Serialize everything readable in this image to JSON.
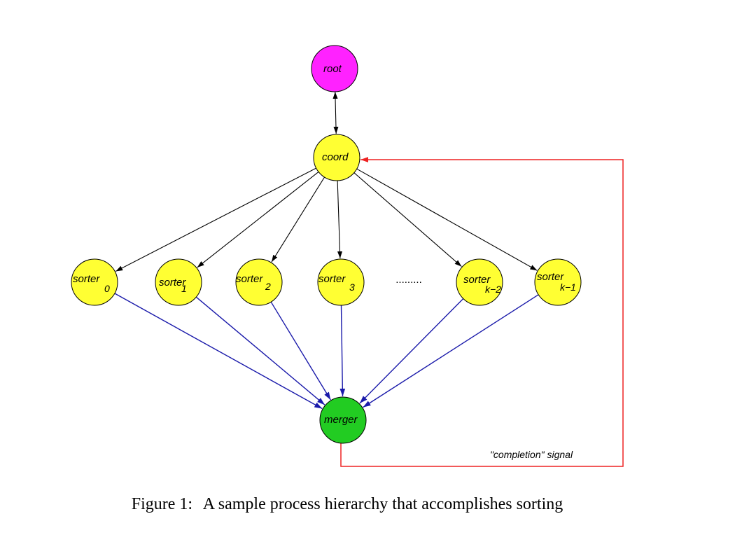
{
  "diagram": {
    "nodes": [
      {
        "id": "root",
        "label": "root",
        "sub": "",
        "color": "#ff22ff"
      },
      {
        "id": "coord",
        "label": "coord",
        "sub": "",
        "color": "#ffff33"
      },
      {
        "id": "s0",
        "label": "sorter",
        "sub": "0",
        "color": "#ffff33"
      },
      {
        "id": "s1",
        "label": "sorter",
        "sub": "1",
        "color": "#ffff33"
      },
      {
        "id": "s2",
        "label": "sorter",
        "sub": "2",
        "color": "#ffff33"
      },
      {
        "id": "s3",
        "label": "sorter",
        "sub": "3",
        "color": "#ffff33"
      },
      {
        "id": "sk2",
        "label": "sorter",
        "sub": "k−2",
        "color": "#ffff33"
      },
      {
        "id": "sk1",
        "label": "sorter",
        "sub": "k−1",
        "color": "#ffff33"
      },
      {
        "id": "merger",
        "label": "merger",
        "sub": "",
        "color": "#22cc22"
      }
    ],
    "ellipsis": ".........",
    "edges": [
      {
        "from": "root",
        "to": "coord",
        "kind": "bidirectional",
        "color": "#000000"
      },
      {
        "from": "coord",
        "to": "s0",
        "color": "#000000"
      },
      {
        "from": "coord",
        "to": "s1",
        "color": "#000000"
      },
      {
        "from": "coord",
        "to": "s2",
        "color": "#000000"
      },
      {
        "from": "coord",
        "to": "s3",
        "color": "#000000"
      },
      {
        "from": "coord",
        "to": "sk2",
        "color": "#000000"
      },
      {
        "from": "coord",
        "to": "sk1",
        "color": "#000000"
      },
      {
        "from": "s0",
        "to": "merger",
        "color": "#1a1aaa"
      },
      {
        "from": "s1",
        "to": "merger",
        "color": "#1a1aaa"
      },
      {
        "from": "s2",
        "to": "merger",
        "color": "#1a1aaa"
      },
      {
        "from": "s3",
        "to": "merger",
        "color": "#1a1aaa"
      },
      {
        "from": "sk2",
        "to": "merger",
        "color": "#1a1aaa"
      },
      {
        "from": "sk1",
        "to": "merger",
        "color": "#1a1aaa"
      },
      {
        "from": "merger",
        "to": "coord",
        "kind": "feedback",
        "color": "#ee2222",
        "label": "\"completion\" signal"
      }
    ]
  },
  "caption": {
    "prefix": "Figure 1:",
    "text": "A sample process hierarchy that accomplishes sorting"
  }
}
